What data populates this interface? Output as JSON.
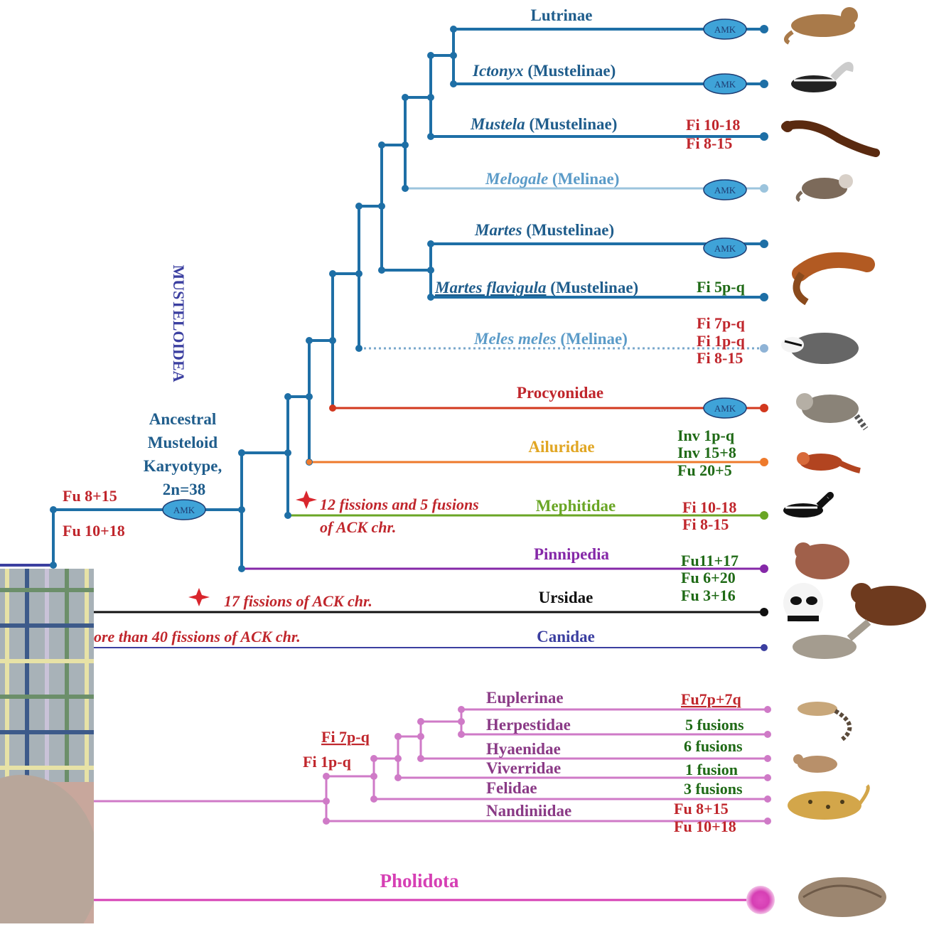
{
  "colors": {
    "musteloid": "#1e6fa6",
    "melinae_light": "#9cc4dd",
    "procyonidae": "#d2381e",
    "ailuridae": "#ee7a2c",
    "mephitidae": "#6aa625",
    "pinnipedia": "#8528a8",
    "ursidae": "#111111",
    "canidae": "#3b3fa0",
    "feliformia": "#cf7ac7",
    "pholidota": "#d63fb4",
    "event_red": "#c0262c",
    "event_green": "#1f6a16",
    "amk_fill": "#3fa3d8",
    "annotation_ailuridae_label": "#e1a623"
  },
  "group_label": "MUSTELOIDEA",
  "ancestral": {
    "line1": "Ancestral",
    "line2": "Musteloid",
    "line3": "Karyotype,",
    "line4": "2n=38",
    "base_event_1": "Fu 8+15",
    "base_event_2": "Fu 10+18"
  },
  "amk_badge": "AMK",
  "taxa": {
    "lutrinae": "Lutrinae",
    "ictonyx_genus": "Ictonyx",
    "ictonyx_sub": "(Mustelinae)",
    "mustela_genus": "Mustela",
    "mustela_sub": "(Mustelinae)",
    "melogale_genus": "Melogale",
    "melogale_sub": "(Melinae)",
    "martes_genus": "Martes",
    "martes_sub": "(Mustelinae)",
    "martes_flav_genus": "Martes flavigula",
    "martes_flav_sub": "(Mustelinae)",
    "meles_genus": "Meles meles",
    "meles_sub": "(Melinae)",
    "procyonidae": "Procyonidae",
    "ailuridae": "Ailuridae",
    "mephitidae": "Mephitidae",
    "pinnipedia": "Pinnipedia",
    "ursidae": "Ursidae",
    "canidae": "Canidae",
    "euplerinae": "Euplerinae",
    "herpestidae": "Herpestidae",
    "hyaenidae": "Hyaenidae",
    "viverridae": "Viverridae",
    "felidae": "Felidae",
    "nandiniidae": "Nandiniidae",
    "pholidota": "Pholidota"
  },
  "events": {
    "mustela_1": "Fi 10-18",
    "mustela_2": "Fi 8-15",
    "martes_flav": "Fi 5p-q",
    "meles_1": "Fi 7p-q",
    "meles_2": "Fi 1p-q",
    "meles_3": "Fi 8-15",
    "ailuridae_1": "Inv 1p-q",
    "ailuridae_2": "Inv 15+8",
    "ailuridae_3": "Fu 20+5",
    "mephitidae_1": "Fi 10-18",
    "mephitidae_2": "Fi 8-15",
    "pinnipedia_1": "Fu11+17",
    "pinnipedia_2": "Fu 6+20",
    "pinnipedia_3": "Fu 3+16",
    "euplerinae": "Fu7p+7q",
    "herpestidae": "5 fusions",
    "hyaenidae": "6 fusions",
    "viverridae": "1 fusion",
    "felidae": "3 fusions",
    "nandiniidae_1": "Fu 8+15",
    "nandiniidae_2": "Fu 10+18",
    "feliform_node_1": "Fi 7p-q",
    "feliform_node_2": "Fi 1p-q"
  },
  "notes": {
    "musteloid_fissions_1": "12 fissions and 5 fusions",
    "musteloid_fissions_2": "of ACK chr.",
    "ursidae_fissions": "17 fissions of ACK chr.",
    "canidae_fissions": "ore than 40 fissions of ACK chr."
  },
  "animal_icons": [
    "otter-icon",
    "striped-polecat-icon",
    "weasel-icon",
    "ferret-badger-icon",
    "marten-icon",
    "badger-icon",
    "raccoon-icon",
    "red-panda-icon",
    "skunk-icon",
    "walrus-icon",
    "panda-icon",
    "bear-icon",
    "wolf-icon",
    "genet-icon",
    "hyena-icon",
    "leopard-icon",
    "pangolin-icon"
  ]
}
